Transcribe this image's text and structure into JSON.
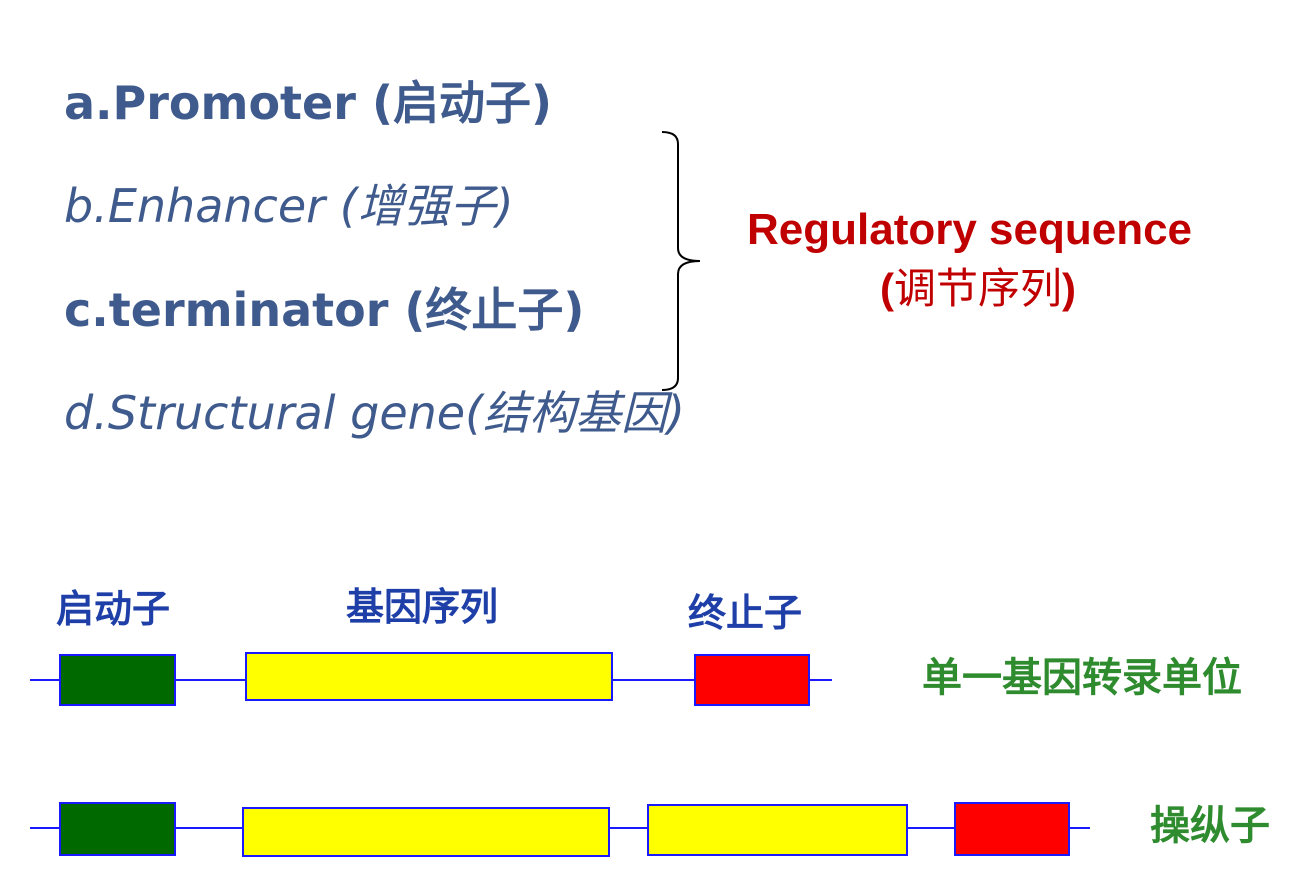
{
  "terms": [
    {
      "letter": "a.",
      "name": "Promoter",
      "cn": "(启动子)"
    },
    {
      "letter": "b.",
      "name": "Enhancer",
      "cn": "(增强子)"
    },
    {
      "letter": "c.",
      "name": "terminator",
      "cn": "(终止子)"
    },
    {
      "letter": "d.",
      "name": "Structural gene",
      "cn": "(结构基因)"
    }
  ],
  "regulatory": {
    "title": "Regulatory sequence",
    "subtitle_cn": "调节序列"
  },
  "diagram": {
    "labels": {
      "promoter": "启动子",
      "gene_sequence": "基因序列",
      "terminator": "终止子"
    },
    "single_unit_label": "单一基因转录单位",
    "operon_label": "操纵子"
  },
  "colors": {
    "term_text": "#3f5a8c",
    "regulatory_text": "#c00000",
    "label_blue": "#1f3fa8",
    "label_green": "#2e8b2e",
    "promoter_box": "#006a00",
    "gene_box": "#ffff00",
    "terminator_box": "#ff0000",
    "line": "#1a1aff"
  }
}
